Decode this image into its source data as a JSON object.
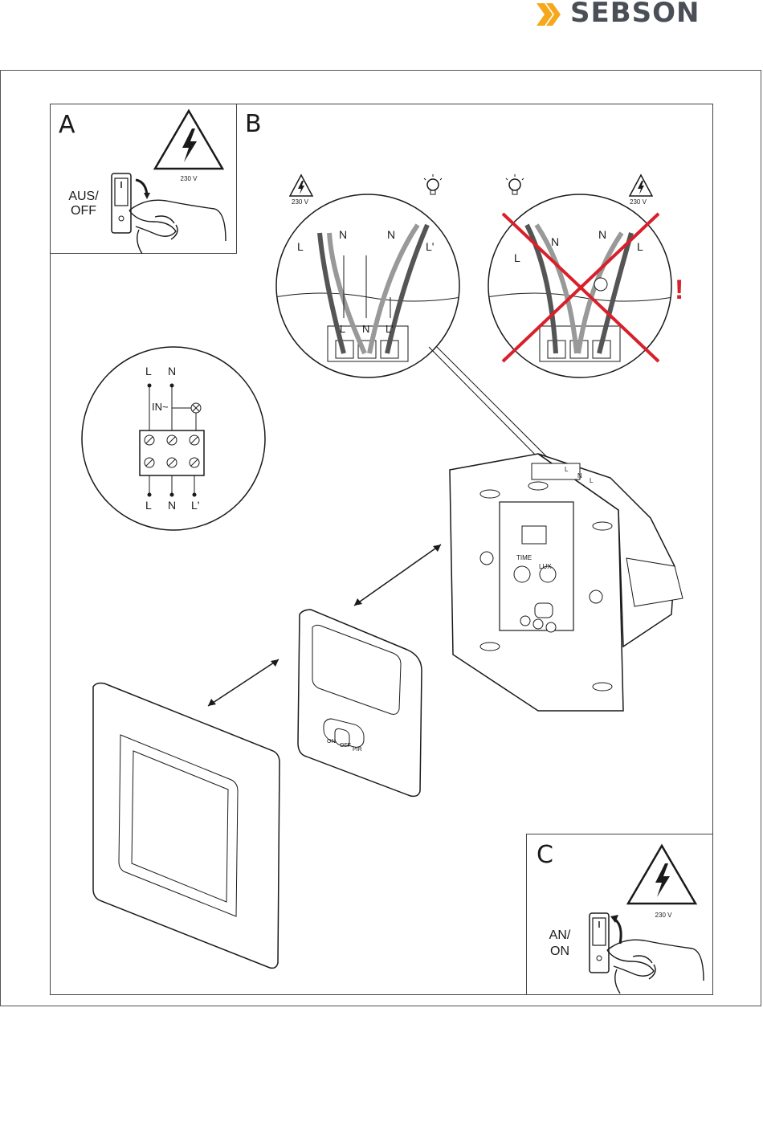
{
  "brand": {
    "name": "SEBSON",
    "accent_color": "#f5a81c",
    "text_color": "#4a4f57"
  },
  "panel_a": {
    "letter": "A",
    "voltage": "230 V",
    "switch_label_line1": "AUS/",
    "switch_label_line2": "OFF",
    "icon": "high-voltage-warning-icon"
  },
  "panel_b": {
    "letter": "B",
    "left_detail": {
      "voltage": "230 V",
      "labels": [
        "L",
        "N",
        "N",
        "L'"
      ],
      "terminals": [
        "L",
        "N",
        "L'"
      ]
    },
    "right_detail": {
      "voltage": "230 V",
      "labels": [
        "L",
        "N",
        "N",
        "L"
      ],
      "warning": "!",
      "cross_color": "#d8202a"
    },
    "schematic": {
      "top_labels": [
        "L",
        "N"
      ],
      "input_label": "IN~",
      "bottom_labels": [
        "L",
        "N",
        "L'"
      ]
    },
    "module_labels": {
      "time": "TIME",
      "lux": "LUX",
      "terminals": [
        "L",
        "N",
        "L"
      ]
    },
    "sensor_switch_labels": [
      "ON",
      "OFF",
      "PIR"
    ]
  },
  "panel_c": {
    "letter": "C",
    "voltage": "230 V",
    "switch_label_line1": "AN/",
    "switch_label_line2": "ON",
    "icon": "high-voltage-warning-icon"
  }
}
